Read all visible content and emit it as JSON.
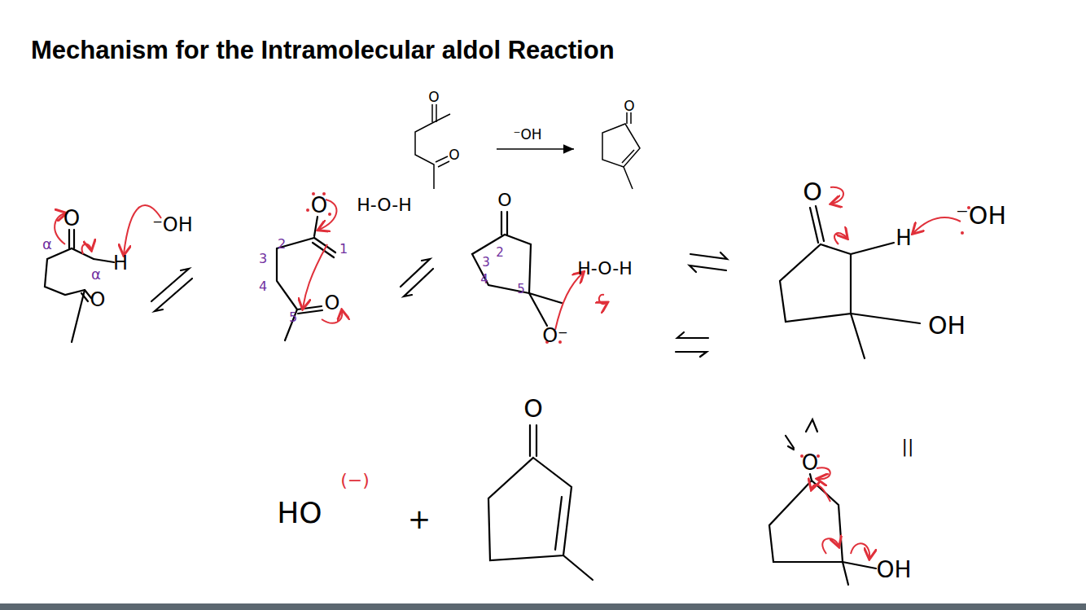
{
  "diagram": {
    "title": "Mechanism for the Intramolecular aldol Reaction",
    "labels": [
      "O",
      "O",
      "⁻OH",
      "O",
      "O",
      "H",
      "⁻OH",
      "α",
      "α",
      "O",
      "O",
      "H-O-H",
      "3",
      "2",
      "1",
      "4",
      "5",
      "O",
      "O",
      "3",
      "2",
      "4",
      "5",
      "H-O-H",
      "O⁻",
      "O",
      "H",
      "⁻OH",
      "OH",
      "HO",
      "(−)",
      "+",
      "O",
      "O",
      "OH",
      "||"
    ]
  }
}
